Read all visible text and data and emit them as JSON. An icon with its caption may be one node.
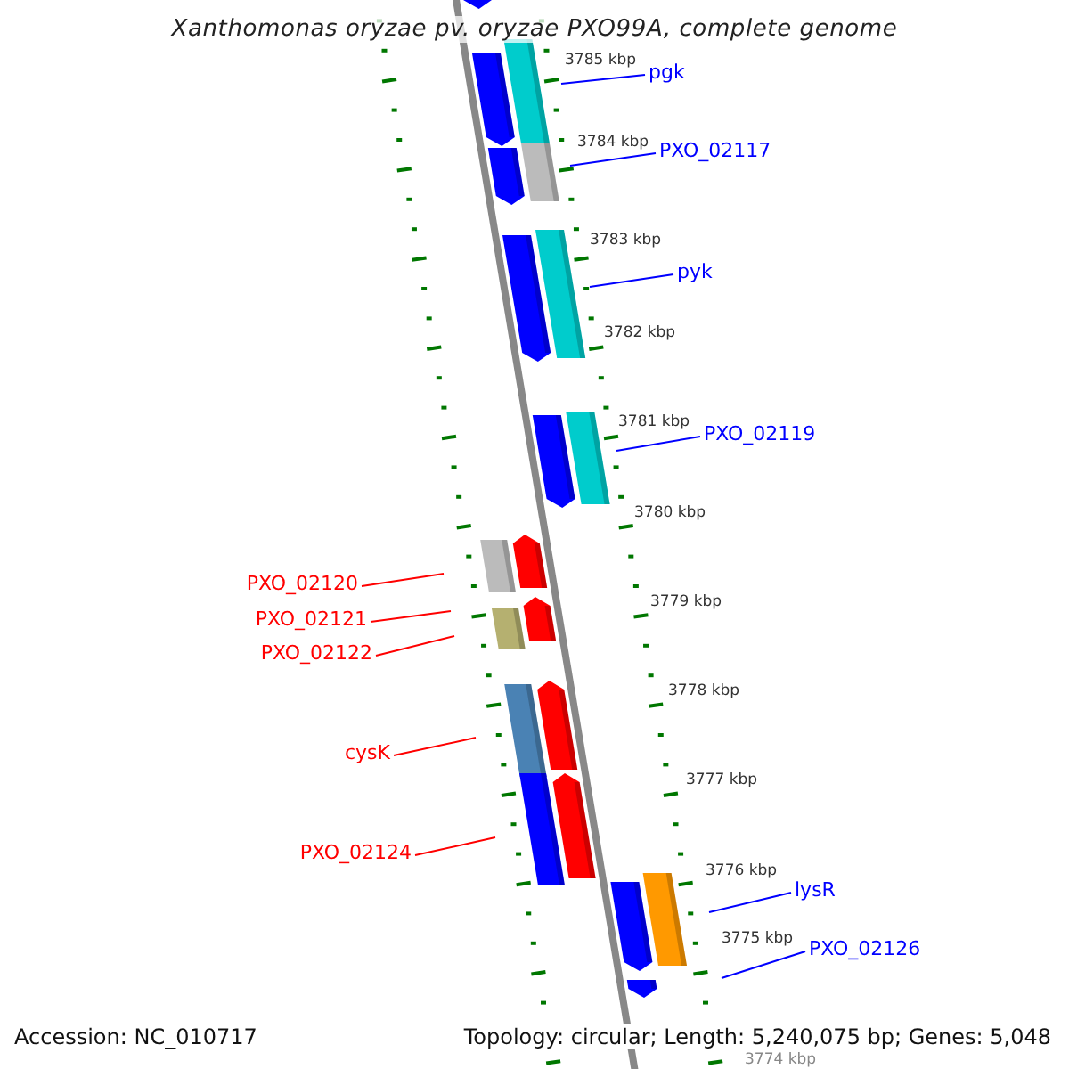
{
  "diagram": {
    "title": "Xanthomonas oryzae pv. oryzae PXO99A, complete genome",
    "nodes": [
      {
        "text": [
          "pgk"
        ]
      },
      {
        "text": [
          "PXO_02117"
        ]
      },
      {
        "text": [
          "pyk"
        ]
      },
      {
        "text": [
          "PXO_02119"
        ]
      },
      {
        "text": [
          "PXO_02120"
        ]
      },
      {
        "text": [
          "PXO_02121"
        ]
      },
      {
        "text": [
          "PXO_02122"
        ]
      },
      {
        "text": [
          "cysK"
        ]
      },
      {
        "text": [
          "PXO_02124"
        ]
      },
      {
        "text": [
          "lysR"
        ]
      },
      {
        "text": [
          "PXO_02126"
        ]
      }
    ],
    "edges": [
      {
        "from": 0,
        "to": null,
        "arrow": "none"
      },
      {
        "from": 1,
        "to": null,
        "arrow": "none"
      },
      {
        "from": 2,
        "to": null,
        "arrow": "none"
      },
      {
        "from": 3,
        "to": null,
        "arrow": "none"
      },
      {
        "from": 4,
        "to": null,
        "arrow": "none",
        "color": "#ff0000"
      },
      {
        "from": 5,
        "to": null,
        "arrow": "none",
        "color": "#ff0000"
      },
      {
        "from": 6,
        "to": null,
        "arrow": "none",
        "color": "#ff0000"
      },
      {
        "from": 7,
        "to": null,
        "arrow": "none",
        "color": "#ff0000"
      },
      {
        "from": 8,
        "to": null,
        "arrow": "none",
        "color": "#ff0000"
      },
      {
        "from": 9,
        "to": null,
        "arrow": "none"
      },
      {
        "from": 10,
        "to": null,
        "arrow": "none"
      }
    ],
    "labels": [
      "3785 kbp",
      "3784 kbp",
      "3783 kbp",
      "3782 kbp",
      "3781 kbp",
      "3780 kbp",
      "3779 kbp",
      "3778 kbp",
      "3777 kbp",
      "3776 kbp",
      "3775 kbp",
      "3774 kbp",
      "Accession: NC_010717",
      "Topology: circular; Length: 5,240,075 bp; Genes: 5,048"
    ]
  }
}
